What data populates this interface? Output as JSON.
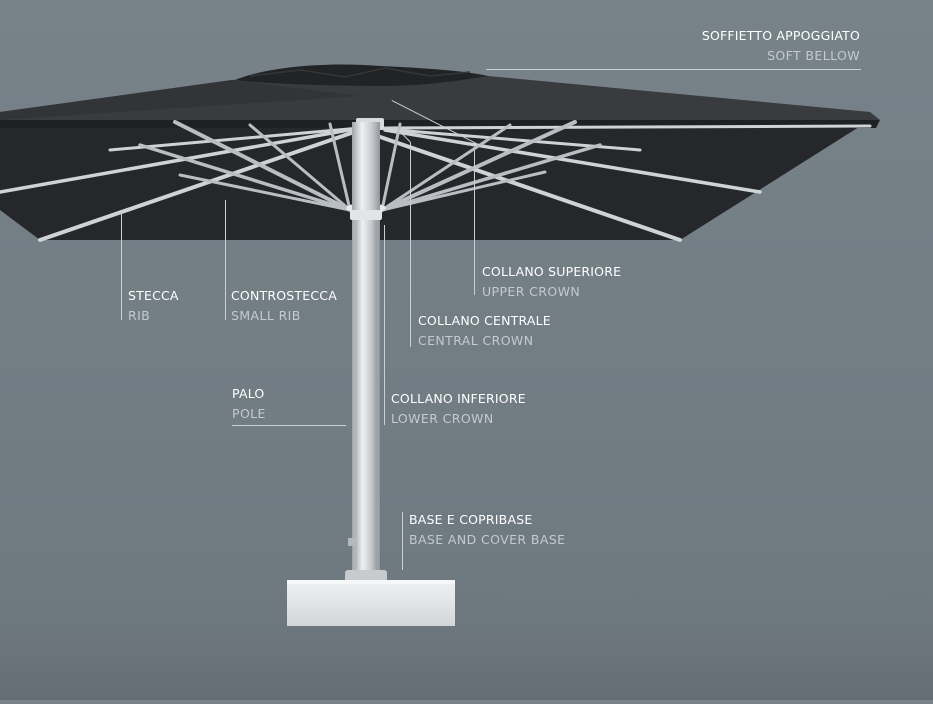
{
  "colors": {
    "background": "#747f86",
    "canopy": "#2b2c2e",
    "metal": "#d6d9db",
    "base": "#e4e6e8",
    "leader_line": "#c9d0d4",
    "label_primary": "#ffffff",
    "label_secondary": "#c3cbd0"
  },
  "labels": {
    "soft_bellow": {
      "it": "SOFFIETTO APPOGGIATO",
      "en": "SOFT BELLOW"
    },
    "upper_crown": {
      "it": "COLLANO SUPERIORE",
      "en": "UPPER CROWN"
    },
    "rib": {
      "it": "STECCA",
      "en": "RIB"
    },
    "small_rib": {
      "it": "CONTROSTECCA",
      "en": "SMALL RIB"
    },
    "central_crown": {
      "it": "COLLANO CENTRALE",
      "en": "CENTRAL CROWN"
    },
    "pole": {
      "it": "PALO",
      "en": "POLE"
    },
    "lower_crown": {
      "it": "COLLANO INFERIORE",
      "en": "LOWER CROWN"
    },
    "base": {
      "it": "BASE E COPRIBASE",
      "en": "BASE AND COVER BASE"
    }
  }
}
